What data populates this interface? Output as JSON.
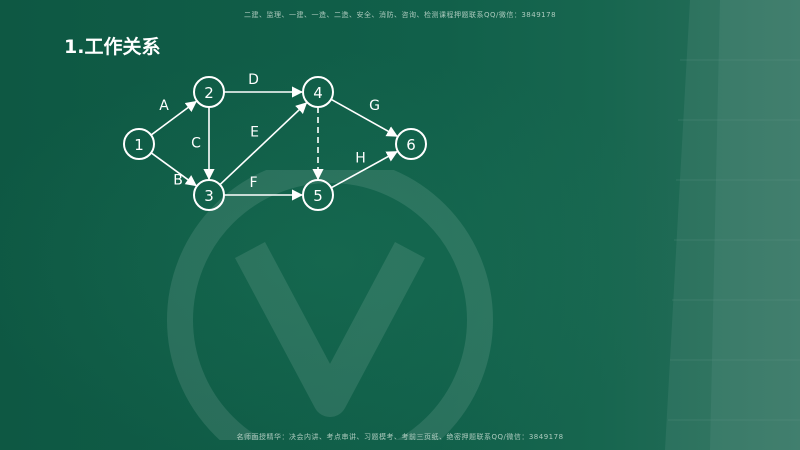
{
  "banner_top": "二建、监理、一建、一造、二造、安全、消防、咨询、检测课程押题联系QQ/微信：3849178",
  "banner_bottom": "名师面授精华：决会内讲、考点串讲、习题模考、考前三页纸、绝密押题联系QQ/微信：3849178",
  "title": "1.工作关系",
  "network": {
    "nodes": [
      {
        "id": "1",
        "label": "1"
      },
      {
        "id": "2",
        "label": "2"
      },
      {
        "id": "3",
        "label": "3"
      },
      {
        "id": "4",
        "label": "4"
      },
      {
        "id": "5",
        "label": "5"
      },
      {
        "id": "6",
        "label": "6"
      }
    ],
    "edges": [
      {
        "from": "1",
        "to": "2",
        "label": "A",
        "dashed": false
      },
      {
        "from": "1",
        "to": "3",
        "label": "B",
        "dashed": false
      },
      {
        "from": "2",
        "to": "3",
        "label": "C",
        "dashed": false
      },
      {
        "from": "2",
        "to": "4",
        "label": "D",
        "dashed": false
      },
      {
        "from": "3",
        "to": "4",
        "label": "E",
        "dashed": false
      },
      {
        "from": "3",
        "to": "5",
        "label": "F",
        "dashed": false
      },
      {
        "from": "4",
        "to": "6",
        "label": "G",
        "dashed": false
      },
      {
        "from": "5",
        "to": "6",
        "label": "H",
        "dashed": false
      },
      {
        "from": "4",
        "to": "5",
        "label": "",
        "dashed": true
      }
    ]
  }
}
